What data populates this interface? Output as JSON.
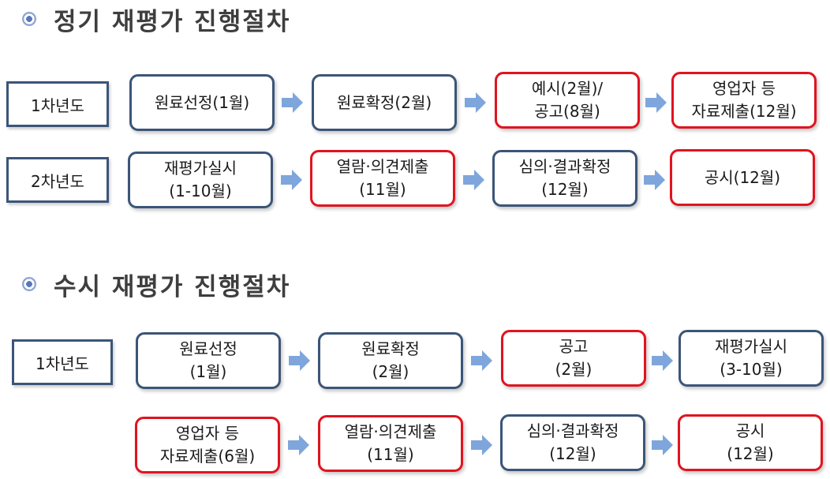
{
  "sections": [
    {
      "title": "정기 재평가 진행절차",
      "rows": [
        {
          "year": "1차년도",
          "steps": [
            {
              "text": "원료선정(1월)",
              "highlight": false
            },
            {
              "text": "원료확정(2월)",
              "highlight": false
            },
            {
              "text": "예시(2월)/\n공고(8월)",
              "highlight": true
            },
            {
              "text": "영업자 등\n자료제출(12월)",
              "highlight": true
            }
          ]
        },
        {
          "year": "2차년도",
          "steps": [
            {
              "text": "재평가실시\n(1-10월)",
              "highlight": false
            },
            {
              "text": "열람·의견제출\n(11월)",
              "highlight": true
            },
            {
              "text": "심의·결과확정\n(12월)",
              "highlight": false
            },
            {
              "text": "공시(12월)",
              "highlight": true
            }
          ]
        }
      ]
    },
    {
      "title": "수시 재평가 진행절차",
      "rows": [
        {
          "year": "1차년도",
          "steps": [
            {
              "text": "원료선정\n(1월)",
              "highlight": false
            },
            {
              "text": "원료확정\n(2월)",
              "highlight": false
            },
            {
              "text": "공고\n(2월)",
              "highlight": true
            },
            {
              "text": "재평가실시\n(3-10월)",
              "highlight": false
            }
          ]
        },
        {
          "year": "",
          "steps": [
            {
              "text": "영업자 등\n자료제출(6월)",
              "highlight": true
            },
            {
              "text": "열람·의견제출\n(11월)",
              "highlight": true
            },
            {
              "text": "심의·결과확정\n(12월)",
              "highlight": false
            },
            {
              "text": "공시\n(12월)",
              "highlight": true
            }
          ]
        }
      ]
    }
  ],
  "colors": {
    "normal_border": "#3b5578",
    "highlight_border": "#e0141f",
    "arrow": "#7ea6dc"
  }
}
